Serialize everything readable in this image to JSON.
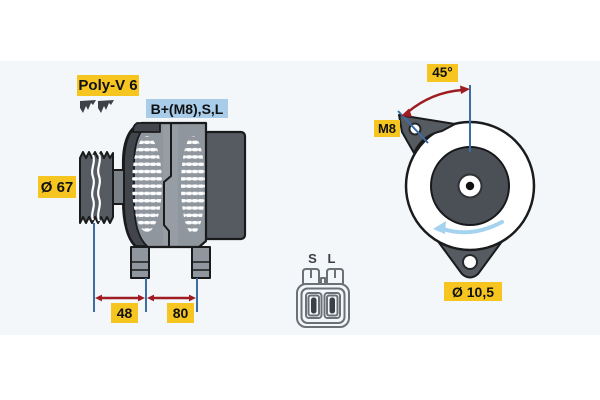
{
  "diagram": {
    "labels": {
      "belt_type": "Poly-V 6",
      "terminals": "B+(M8),S,L",
      "pulley_diameter": "Ø 67",
      "dimension_a": "48",
      "dimension_b": "80",
      "mounting_angle": "45°",
      "bolt_thread": "M8",
      "mounting_hole_diameter": "Ø 10,5"
    },
    "connector": {
      "pin_left": "S",
      "pin_right": "L"
    },
    "colors": {
      "label_yellow": "#f6c51f",
      "label_blue": "#a9cde9",
      "dimension_blue": "#3c6ea5",
      "dimension_red": "#9e1c22",
      "rotation_arrow_blue": "#a5d2ef",
      "body_gray": "#8f969d",
      "dark_gray": "#565b62",
      "backdrop": "#f4f7fa"
    }
  }
}
